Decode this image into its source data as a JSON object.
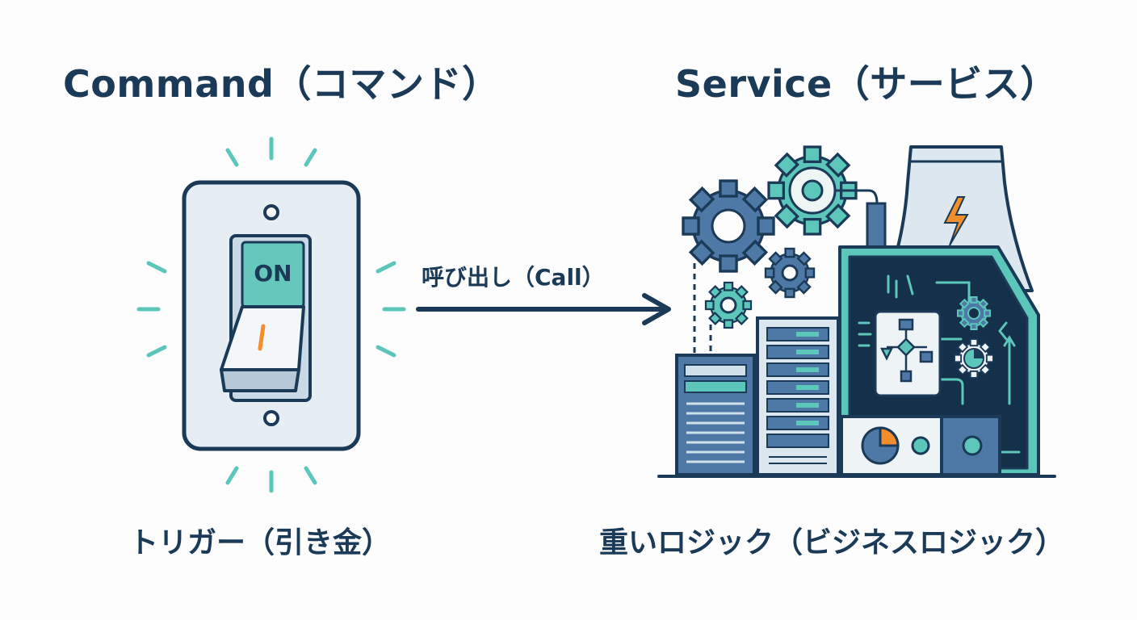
{
  "command": {
    "title": "Command（コマンド）",
    "switch_label": "ON",
    "caption": "トリガー（引き金）"
  },
  "arrow": {
    "label": "呼び出し（Call）"
  },
  "service": {
    "title": "Service（サービス）",
    "caption": "重いロジック（ビジネスロジック）"
  },
  "colors": {
    "navy": "#1b3a57",
    "teal": "#5cc6bb",
    "steel_blue": "#4e79a7",
    "orange": "#f28e2b",
    "light_panel": "#e6edf3"
  },
  "icons": [
    "light-switch-icon",
    "arrow-right-icon",
    "gear-icon",
    "server-rack-icon",
    "cooling-tower-icon",
    "lightning-icon",
    "flowchart-icon",
    "pie-chart-icon"
  ]
}
